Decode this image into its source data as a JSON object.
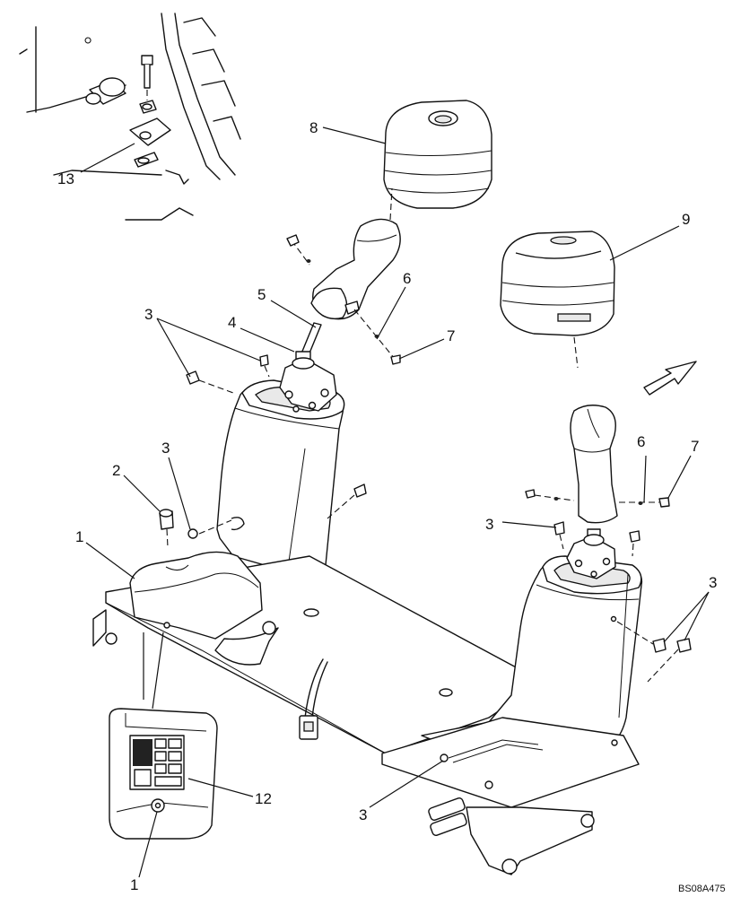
{
  "diagram": {
    "reference_code": "BS08A475",
    "callouts": [
      {
        "id": "c1a",
        "text": "1"
      },
      {
        "id": "c1b",
        "text": "1"
      },
      {
        "id": "c2",
        "text": "2"
      },
      {
        "id": "c3a",
        "text": "3"
      },
      {
        "id": "c3b",
        "text": "3"
      },
      {
        "id": "c3c",
        "text": "3"
      },
      {
        "id": "c3d",
        "text": "3"
      },
      {
        "id": "c3e",
        "text": "3"
      },
      {
        "id": "c4",
        "text": "4"
      },
      {
        "id": "c5",
        "text": "5"
      },
      {
        "id": "c6a",
        "text": "6"
      },
      {
        "id": "c6b",
        "text": "6"
      },
      {
        "id": "c7a",
        "text": "7"
      },
      {
        "id": "c7b",
        "text": "7"
      },
      {
        "id": "c8",
        "text": "8"
      },
      {
        "id": "c9",
        "text": "9"
      },
      {
        "id": "c12",
        "text": "12"
      },
      {
        "id": "c13",
        "text": "13"
      }
    ]
  }
}
